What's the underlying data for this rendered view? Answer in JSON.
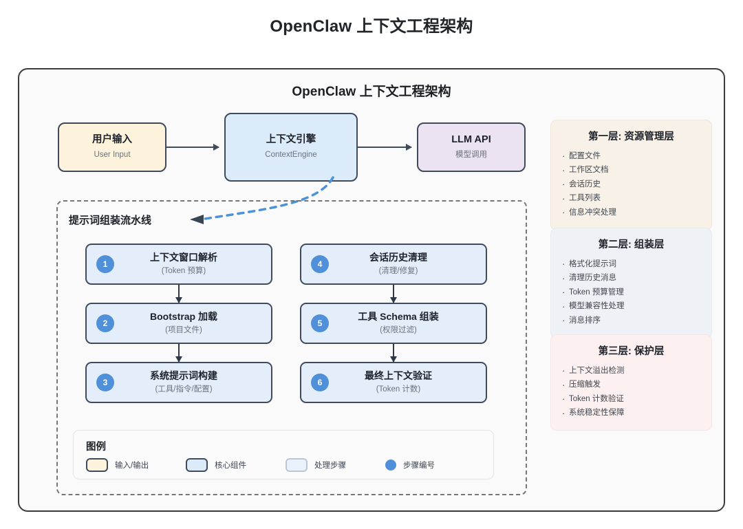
{
  "page": {
    "title": "OpenClaw 上下文工程架构"
  },
  "frame": {
    "title": "OpenClaw 上下文工程架构"
  },
  "flow": {
    "boxes": [
      {
        "name": "user-input",
        "title": "用户输入",
        "sub": "User Input",
        "color": "#fdf3dc"
      },
      {
        "name": "context-engine",
        "title": "上下文引擎",
        "sub": "ContextEngine",
        "color": "#dcebfa"
      },
      {
        "name": "llm-api",
        "title": "LLM API",
        "sub": "模型调用",
        "color": "#ece3f2"
      }
    ]
  },
  "pipeline": {
    "title": "提示词组装流水线",
    "steps": [
      {
        "num": "1",
        "title": "上下文窗口解析",
        "sub": "(Token 预算)"
      },
      {
        "num": "2",
        "title": "Bootstrap 加载",
        "sub": "(项目文件)"
      },
      {
        "num": "3",
        "title": "系统提示词构建",
        "sub": "(工具/指令/配置)"
      },
      {
        "num": "4",
        "title": "会话历史清理",
        "sub": "(清理/修复)"
      },
      {
        "num": "5",
        "title": "工具 Schema 组装",
        "sub": "(权限过滤)"
      },
      {
        "num": "6",
        "title": "最终上下文验证",
        "sub": "(Token 计数)"
      }
    ]
  },
  "legend": {
    "title": "图例",
    "items": [
      {
        "label": "输入/输出",
        "shape": "rounded-square",
        "fill": "#fdf3dc",
        "stroke": "#3f4a5a"
      },
      {
        "label": "核心组件",
        "shape": "rounded-square",
        "fill": "#dcebfa",
        "stroke": "#3f4a5a"
      },
      {
        "label": "处理步骤",
        "shape": "rounded-square",
        "fill": "#e9f1fb",
        "stroke": "#b9c6d6"
      },
      {
        "label": "步骤编号",
        "shape": "circle",
        "fill": "#4f90d8",
        "stroke": "#4f90d8"
      }
    ]
  },
  "layers": [
    {
      "name": "layer-one",
      "title": "第一层: 资源管理层",
      "items": [
        "配置文件",
        "工作区文档",
        "会话历史",
        "工具列表",
        "信息冲突处理"
      ]
    },
    {
      "name": "layer-two",
      "title": "第二层: 组装层",
      "items": [
        "格式化提示词",
        "清理历史消息",
        "Token 预算管理",
        "模型兼容性处理",
        "消息排序"
      ]
    },
    {
      "name": "layer-three",
      "title": "第三层: 保护层",
      "items": [
        "上下文溢出检测",
        "压缩触发",
        "Token 计数验证",
        "系统稳定性保障"
      ]
    }
  ],
  "colors": {
    "frame_border": "#3b3b3d",
    "node_border": "#3f4a5a",
    "arrow": "#2f3846",
    "accent_blue": "#4f90d8",
    "dashed_connector": "#4b92d8",
    "pipeline_border": "#767676"
  }
}
